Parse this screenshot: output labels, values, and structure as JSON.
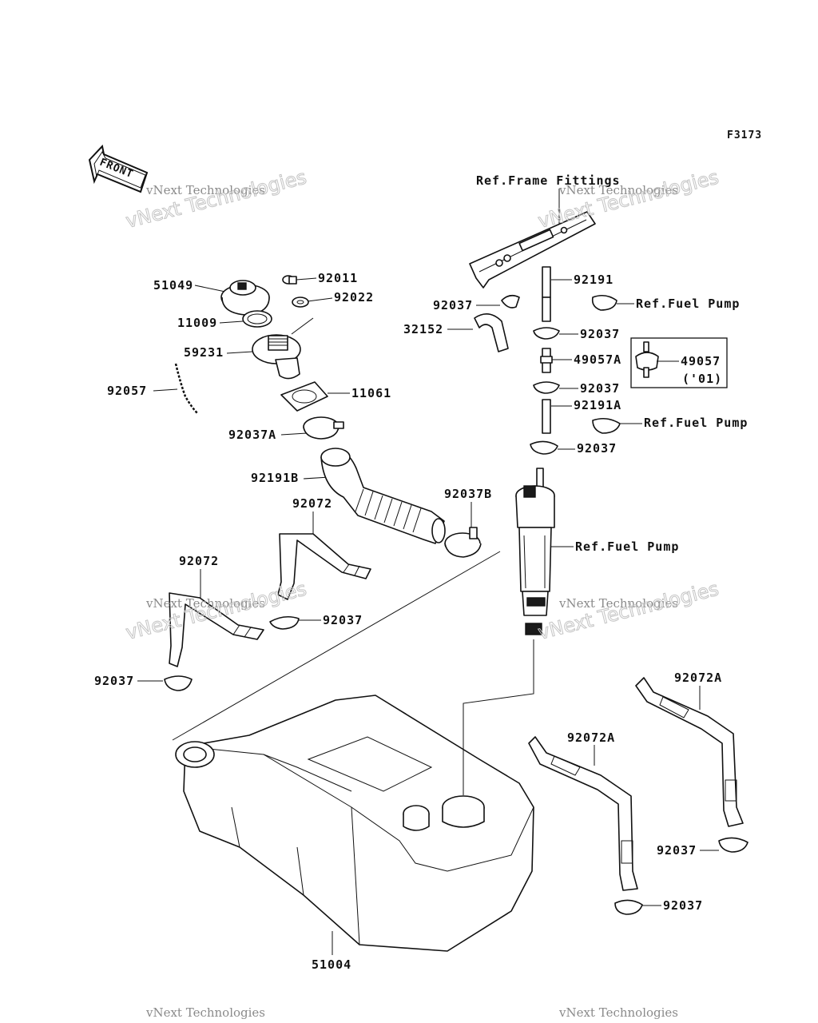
{
  "figure_code": "F3173",
  "front_label": "FRONT",
  "watermark": {
    "line1": "vNext Technologies",
    "line2": "vNext Technologies"
  },
  "labels": {
    "ref_frame_fittings": "Ref.Frame Fittings",
    "p51049": "51049",
    "p92011": "92011",
    "p92022": "92022",
    "p11009": "11009",
    "p59231": "59231",
    "p92057": "92057",
    "p11061": "11061",
    "p92037A": "92037A",
    "p92191B": "92191B",
    "p92072_a": "92072",
    "p92072_b": "92072",
    "p92037B": "92037B",
    "p92037_left1": "92037",
    "p92037_left2": "92037",
    "p92037_top": "92037",
    "p32152": "32152",
    "p92191": "92191",
    "ref_fuel_pump_1": "Ref.Fuel Pump",
    "p92037_r1": "92037",
    "p49057A": "49057A",
    "p49057": "49057",
    "p49057_note": "('01)",
    "p92037_r2": "92037",
    "p92191A": "92191A",
    "ref_fuel_pump_2": "Ref.Fuel Pump",
    "p92037_r3": "92037",
    "ref_fuel_pump_3": "Ref.Fuel Pump",
    "p92072A_1": "92072A",
    "p92072A_2": "92072A",
    "p92037_r4": "92037",
    "p92037_r5": "92037",
    "p51004": "51004"
  }
}
